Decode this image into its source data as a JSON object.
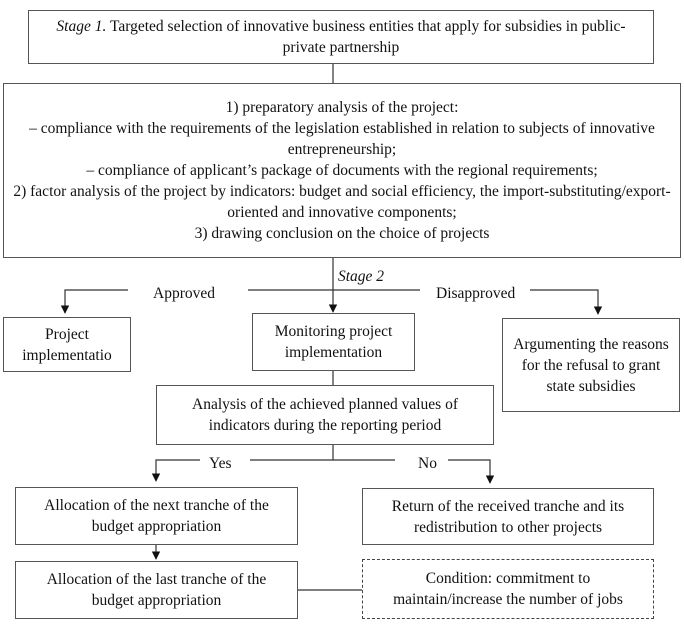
{
  "stage1": {
    "title": "Stage 1.",
    "text": " Targeted selection of innovative business entities that apply for subsidies in public-private partnership"
  },
  "analysis_lines": [
    "1) preparatory analysis of the project:",
    "– compliance with the requirements of the legislation established in relation to subjects of innovative entrepreneurship;",
    "– compliance of applicant’s package of documents with the regional requirements;",
    "2) factor analysis of the project by indicators: budget and social efficiency, the import-substituting/export-oriented and innovative components;",
    "3) drawing conclusion on the choice of projects"
  ],
  "stage2_label": "Stage 2",
  "approved_label": "Approved",
  "disapproved_label": "Disapproved",
  "project_implementation": "Project implementatio",
  "monitoring": "Monitoring project implementation",
  "refusal": "Argumenting the reasons for the refusal to grant state subsidies",
  "analysis_achieved": "Analysis of the achieved planned values of indicators during the reporting period",
  "yes_label": "Yes",
  "no_label": "No",
  "next_tranche": "Allocation of the next tranche of the budget appropriation",
  "return_tranche": "Return of the received tranche and its redistribution to other projects",
  "last_tranche": "Allocation of the last tranche of the budget appropriation",
  "condition": "Condition: commitment to maintain/increase the number of jobs"
}
